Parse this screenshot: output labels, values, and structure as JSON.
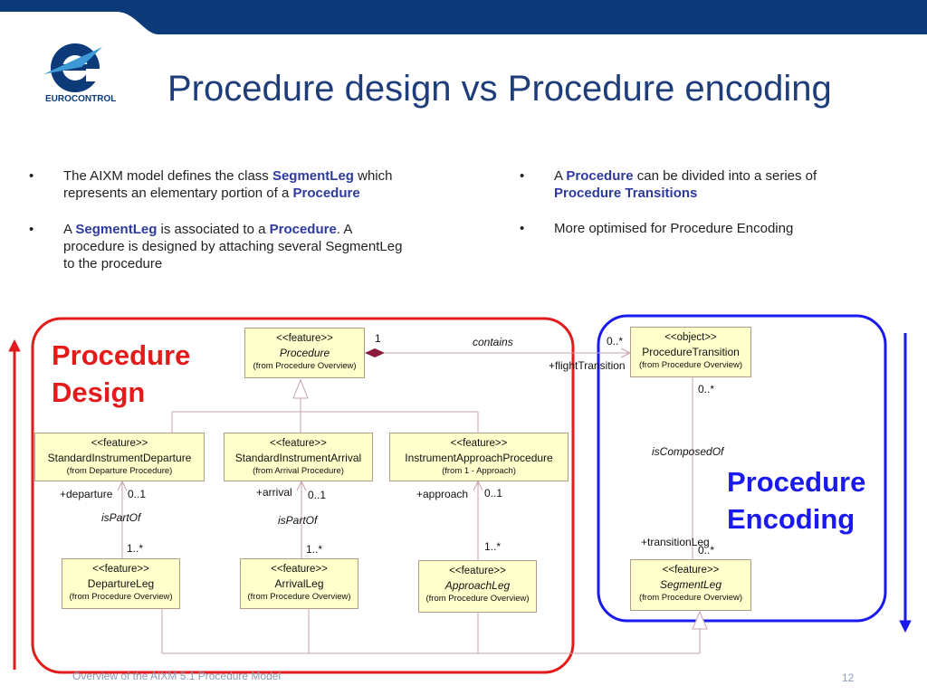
{
  "title": "Procedure design vs Procedure encoding",
  "logo_text": "EUROCONTROL",
  "left_bullets": [
    {
      "p1": "The AIXM model defines the class ",
      "b1": "SegmentLeg",
      "p2": " which represents an elementary portion of a ",
      "b2": "Procedure"
    },
    {
      "p1": "A ",
      "b1": "SegmentLeg",
      "p2": " is associated to a ",
      "b2": "Procedure",
      "p3": ". A procedure is designed by attaching several SegmentLeg to the procedure"
    }
  ],
  "right_bullets": [
    {
      "p1": "A ",
      "b1": "Procedure",
      "p2": " can be divided into a series of ",
      "b2": "Procedure Transitions"
    },
    {
      "p1": "More optimised for Procedure Encoding"
    }
  ],
  "bullet_char": "•",
  "design_label": [
    "Procedure",
    "Design"
  ],
  "encoding_label": [
    "Procedure",
    "Encoding"
  ],
  "colors": {
    "title": "#1f3d7a",
    "design": "#e31b1b",
    "encoding": "#1a1aee",
    "class_fill": "#ffffcc",
    "line": "#c8a0b0"
  },
  "classes": {
    "procedure": {
      "st": "<<feature>>",
      "nm": "Procedure",
      "fr": "(from Procedure Overview)"
    },
    "transition": {
      "st": "<<object>>",
      "nm": "ProcedureTransition",
      "fr": "(from Procedure Overview)"
    },
    "sid": {
      "st": "<<feature>>",
      "nm": "StandardInstrumentDeparture",
      "fr": "(from Departure Procedure)"
    },
    "sia": {
      "st": "<<feature>>",
      "nm": "StandardInstrumentArrival",
      "fr": "(from Arrival Procedure)"
    },
    "iap": {
      "st": "<<feature>>",
      "nm": "InstrumentApproachProcedure",
      "fr": "(from 1 - Approach)"
    },
    "depleg": {
      "st": "<<feature>>",
      "nm": "DepartureLeg",
      "fr": "(from Procedure Overview)"
    },
    "arrleg": {
      "st": "<<feature>>",
      "nm": "ArrivalLeg",
      "fr": "(from Procedure Overview)"
    },
    "appleg": {
      "st": "<<feature>>",
      "nm": "ApproachLeg",
      "fr": "(from Procedure Overview)"
    },
    "segleg": {
      "st": "<<feature>>",
      "nm": "SegmentLeg",
      "fr": "(from Procedure Overview)"
    }
  },
  "assoc": {
    "one": "1",
    "contains": "contains",
    "many_t": "0..*",
    "flight": "+flightTransition",
    "many_pt": "0..*",
    "composed": "isComposedOf",
    "transitionLeg": "+transitionLeg",
    "many_seg": "0..*",
    "departure": "+departure",
    "arrival": "+arrival",
    "approach": "+approach",
    "zero_one": "0..1",
    "one_many": "1..*",
    "isPartOf": "isPartOf"
  },
  "footer": "Overview of the AIXM 5.1 Procedure Model",
  "page_number": "12"
}
